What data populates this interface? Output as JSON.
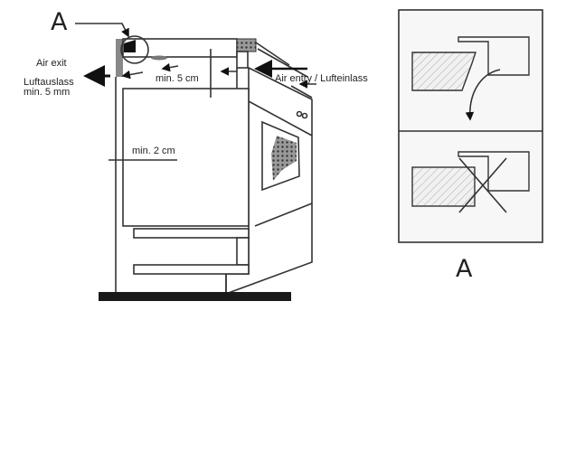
{
  "diagram": {
    "detail_marker": "A",
    "labels": {
      "air_exit": "Air exit",
      "luftauslass": "Luftauslass",
      "exit_gap": "min. 5 mm",
      "top_gap": "min. 5 cm",
      "air_entry": "Air entry / Lufteinlass",
      "side_gap": "min. 2 cm"
    },
    "detail_panel": {
      "title": "A"
    }
  }
}
